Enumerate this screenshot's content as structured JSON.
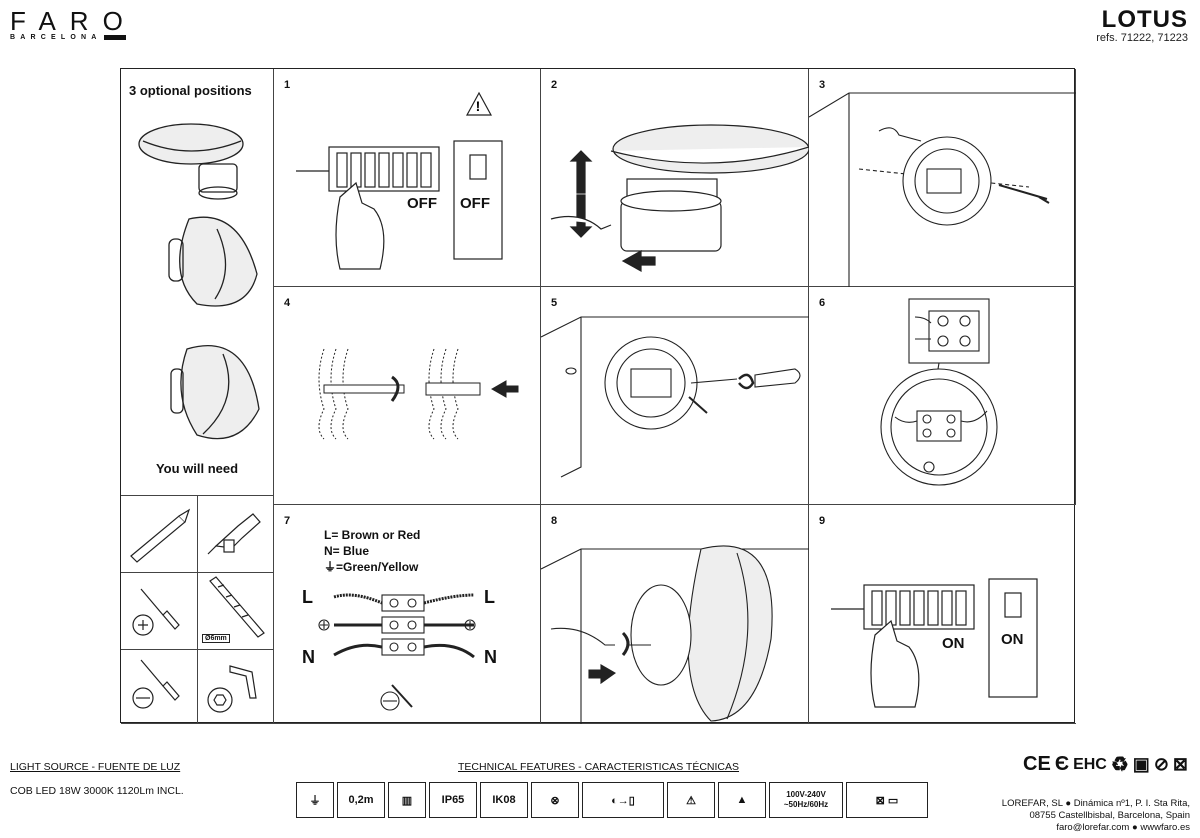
{
  "brand": {
    "name": "FARO",
    "sub": "BARCELONA"
  },
  "product": {
    "name": "LOTUS",
    "refs": "refs. 71222, 71223"
  },
  "sidebar": {
    "title": "3 optional positions",
    "need": "You will need",
    "drill_size": "Ø6mm"
  },
  "steps": [
    {
      "num": "1",
      "labels": [
        "OFF",
        "OFF"
      ]
    },
    {
      "num": "2"
    },
    {
      "num": "3"
    },
    {
      "num": "4"
    },
    {
      "num": "5"
    },
    {
      "num": "6"
    },
    {
      "num": "7",
      "legend": [
        "L= Brown or Red",
        "N= Blue",
        "⏚=Green/Yellow"
      ],
      "letters": [
        "L",
        "L",
        "N",
        "N"
      ]
    },
    {
      "num": "8"
    },
    {
      "num": "9",
      "labels": [
        "ON",
        "ON"
      ]
    }
  ],
  "footer": {
    "light_title": "LIGHT SOURCE - FUENTE DE LUZ",
    "light_text": "COB LED 18W 3000K 1120Lm INCL.",
    "tech_title": "TECHNICAL FEATURES - CARACTERISTICAS TÉCNICAS",
    "ip": "IP65",
    "ik": "IK08",
    "distance": "0,2m",
    "voltage": "100V-240V",
    "frequency": "~50Hz/60Hz",
    "certs": [
      "CE",
      "Є",
      "EHC"
    ],
    "company": [
      "LOREFAR, SL ● Dinámica nº1, P. I. Sta Rita,",
      "08755 Castellbisbal, Barcelona, Spain",
      "faro@lorefar.com ● wwwfaro.es"
    ]
  }
}
